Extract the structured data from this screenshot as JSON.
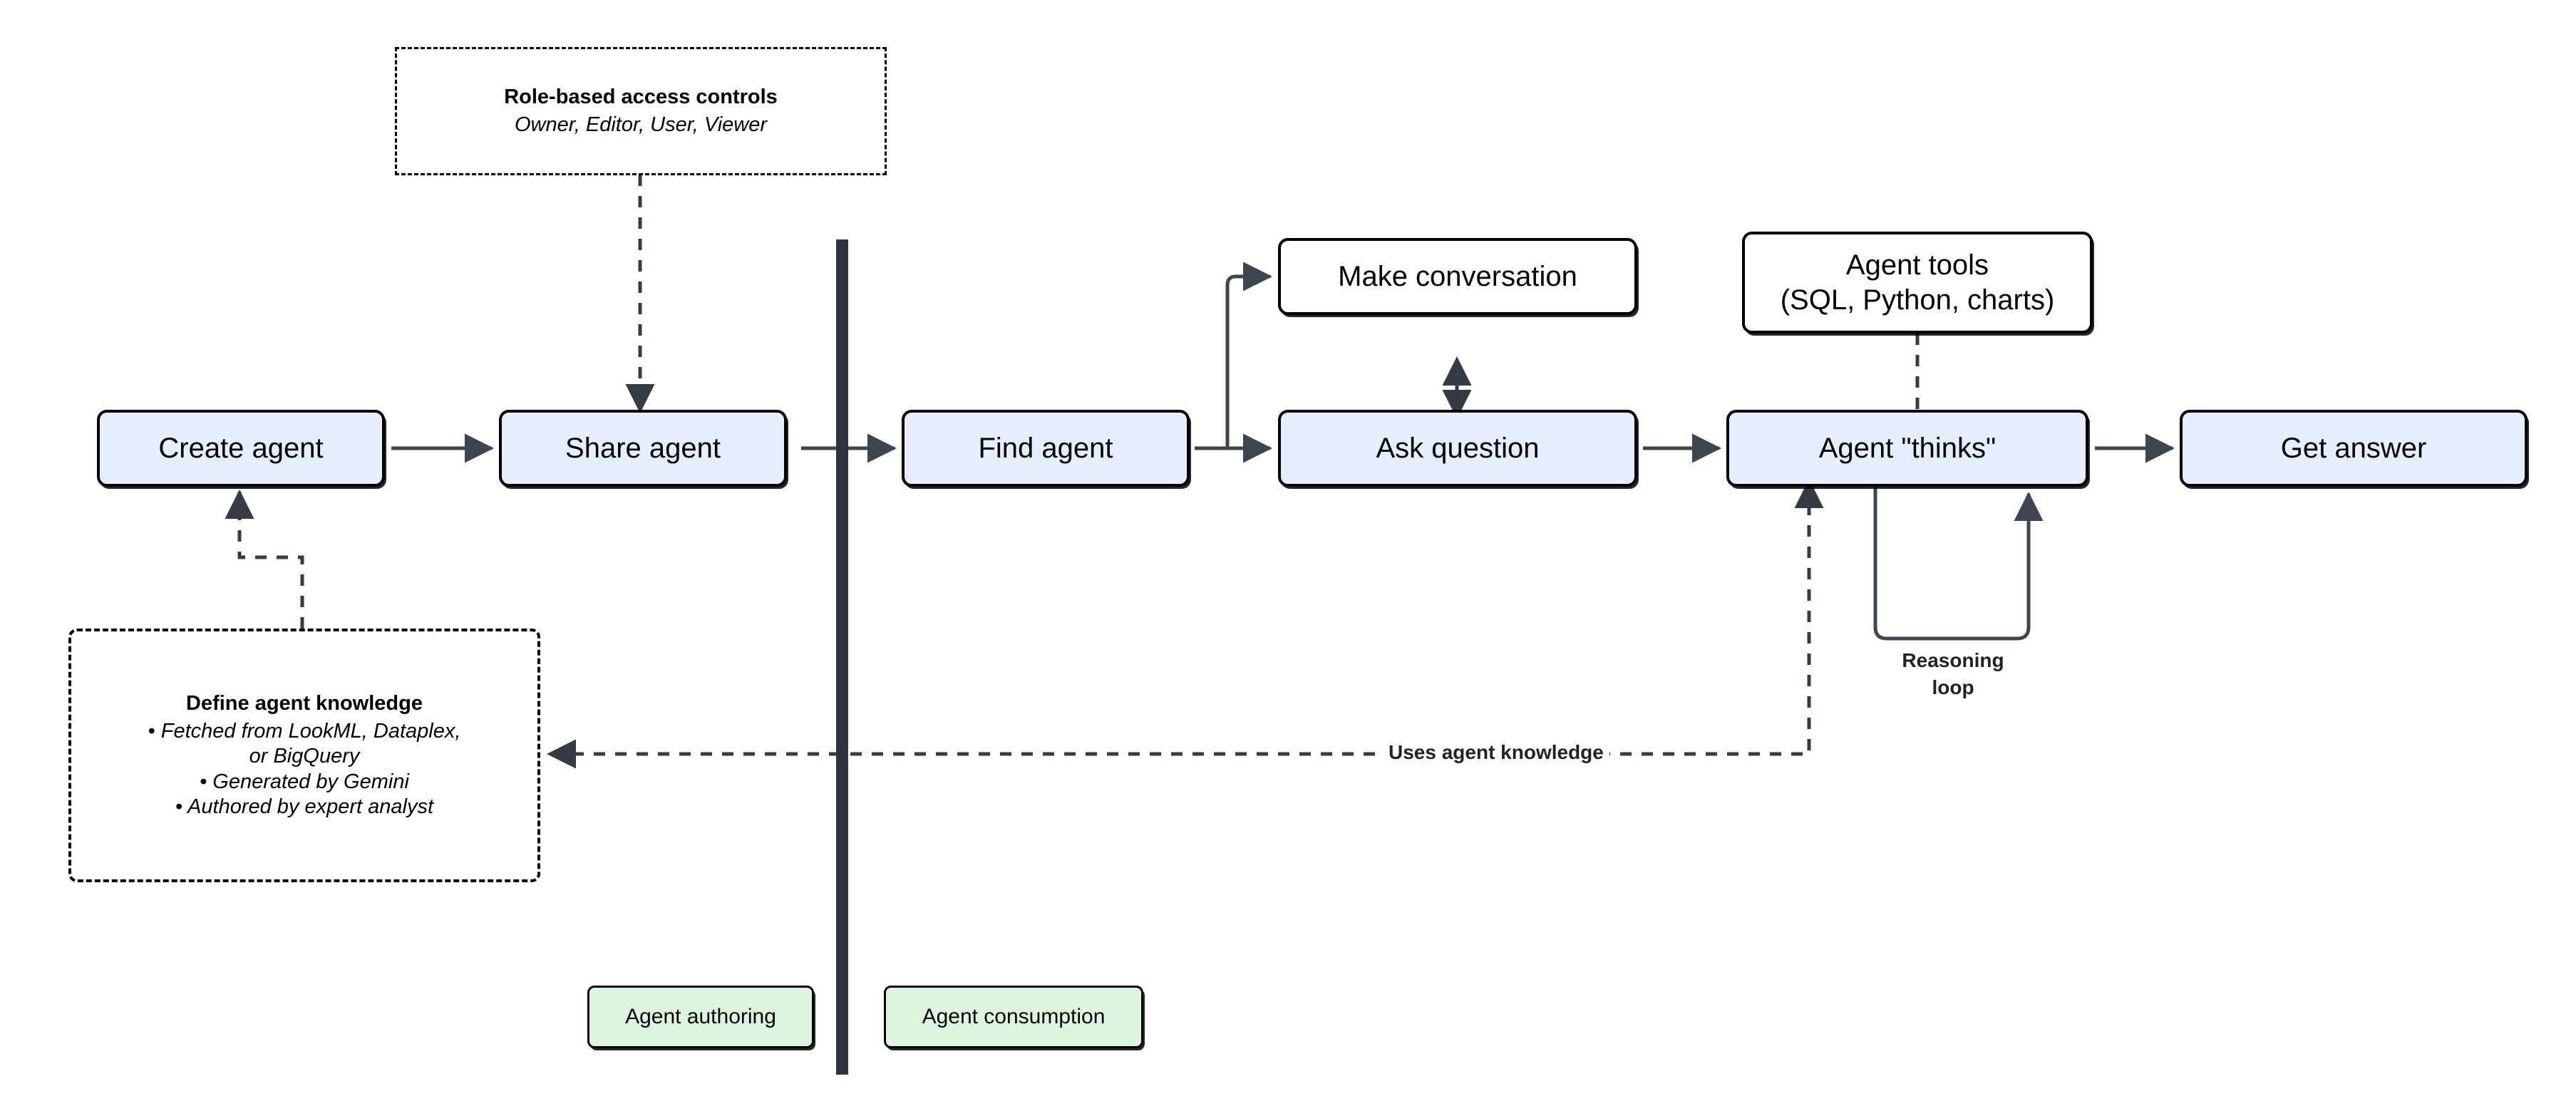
{
  "diagram": {
    "title_present": false,
    "colors": {
      "node_blue_fill": "#e4eefc",
      "node_white_fill": "#ffffff",
      "node_green_fill": "#ddf5de",
      "node_border": "#000000",
      "divider": "#2b3440",
      "connector": "#3b4651"
    },
    "divider": {
      "label": "vertical-phase-divider"
    },
    "authoring_flow": [
      {
        "id": "create-agent",
        "label": "Create agent"
      },
      {
        "id": "share-agent",
        "label": "Share agent"
      }
    ],
    "consumption_flow": [
      {
        "id": "find-agent",
        "label": "Find agent"
      },
      {
        "id": "ask-question",
        "label": "Ask question"
      },
      {
        "id": "agent-thinks",
        "label": "Agent \"thinks\""
      },
      {
        "id": "get-answer",
        "label": "Get answer"
      }
    ],
    "side_nodes": [
      {
        "id": "make-conversation",
        "label": "Make conversation"
      },
      {
        "id": "agent-tools",
        "line1": "Agent tools",
        "line2": "(SQL, Python, charts)"
      }
    ],
    "notes": {
      "rbac": {
        "title": "Role-based access controls",
        "subtitle": "Owner, Editor, User, Viewer"
      },
      "knowledge": {
        "title": "Define agent knowledge",
        "bullets": [
          "• Fetched from LookML, Dataplex,",
          "or BigQuery",
          "• Generated by Gemini",
          "• Authored by expert analyst"
        ]
      }
    },
    "connector_labels": {
      "uses_agent_knowledge": "Uses agent knowledge",
      "reasoning_loop_line1": "Reasoning",
      "reasoning_loop_line2": "loop"
    },
    "legend": [
      {
        "id": "agent-authoring",
        "label": "Agent authoring"
      },
      {
        "id": "agent-consumption",
        "label": "Agent consumption"
      }
    ]
  }
}
